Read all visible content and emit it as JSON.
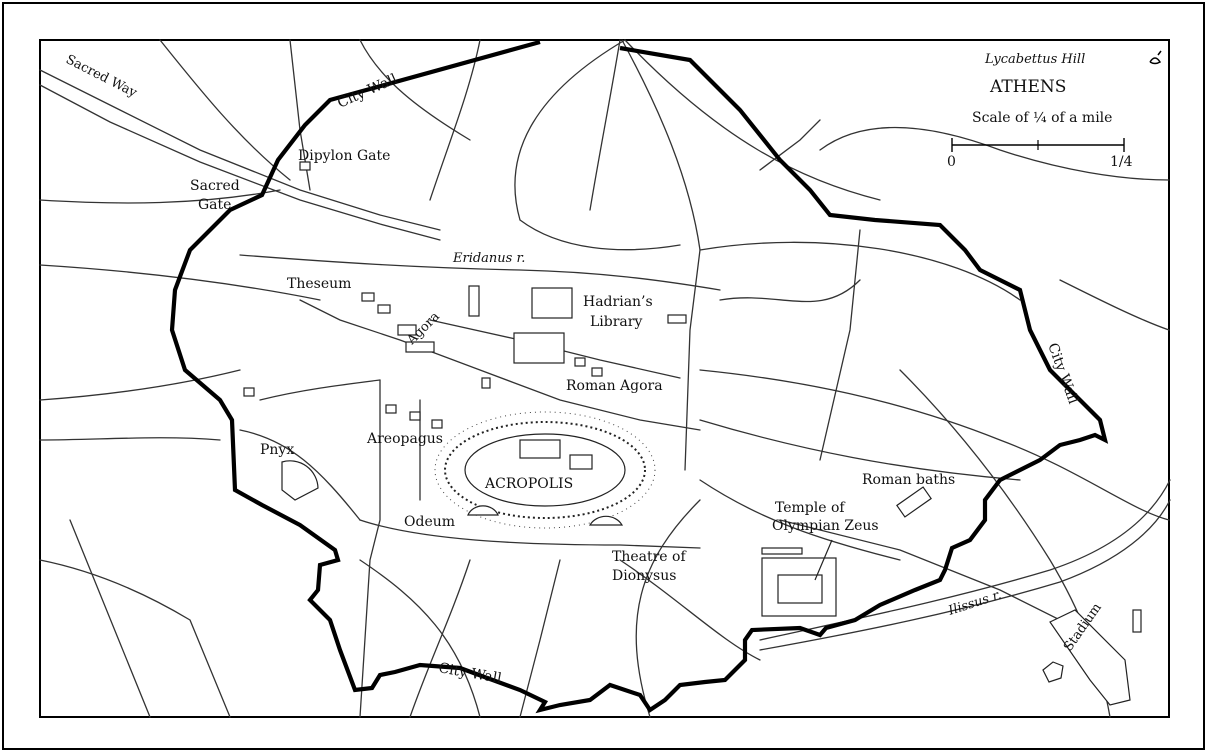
{
  "map": {
    "title": "ATHENS",
    "hill_label": "Lycabettus Hill",
    "scale": {
      "caption": "Scale of ¼ of a mile",
      "start_label": "0",
      "end_label": "1/4"
    },
    "labels": {
      "sacred_way": "Sacred Way",
      "city_wall_nw": "City Wall",
      "city_wall_e": "City Wall",
      "city_wall_s": "City Wall",
      "dipylon_gate": "Dipylon Gate",
      "sacred_gate_1": "Sacred",
      "sacred_gate_2": "Gate",
      "eridanus": "Eridanus r.",
      "theseum": "Theseum",
      "agora": "Agora",
      "hadrians_library_1": "Hadrian’s",
      "hadrians_library_2": "Library",
      "roman_agora": "Roman Agora",
      "pnyx": "Pnyx",
      "areopagus": "Areopagus",
      "acropolis": "ACROPOLIS",
      "odeum": "Odeum",
      "theatre_1": "Theatre of",
      "theatre_2": "Dionysus",
      "temple_1": "Temple of",
      "temple_2": "Olympian Zeus",
      "roman_baths": "Roman baths",
      "ilissus": "Ilissus r.",
      "stadium": "Stadium"
    },
    "colors": {
      "ink": "#000000",
      "paper": "#ffffff"
    }
  }
}
